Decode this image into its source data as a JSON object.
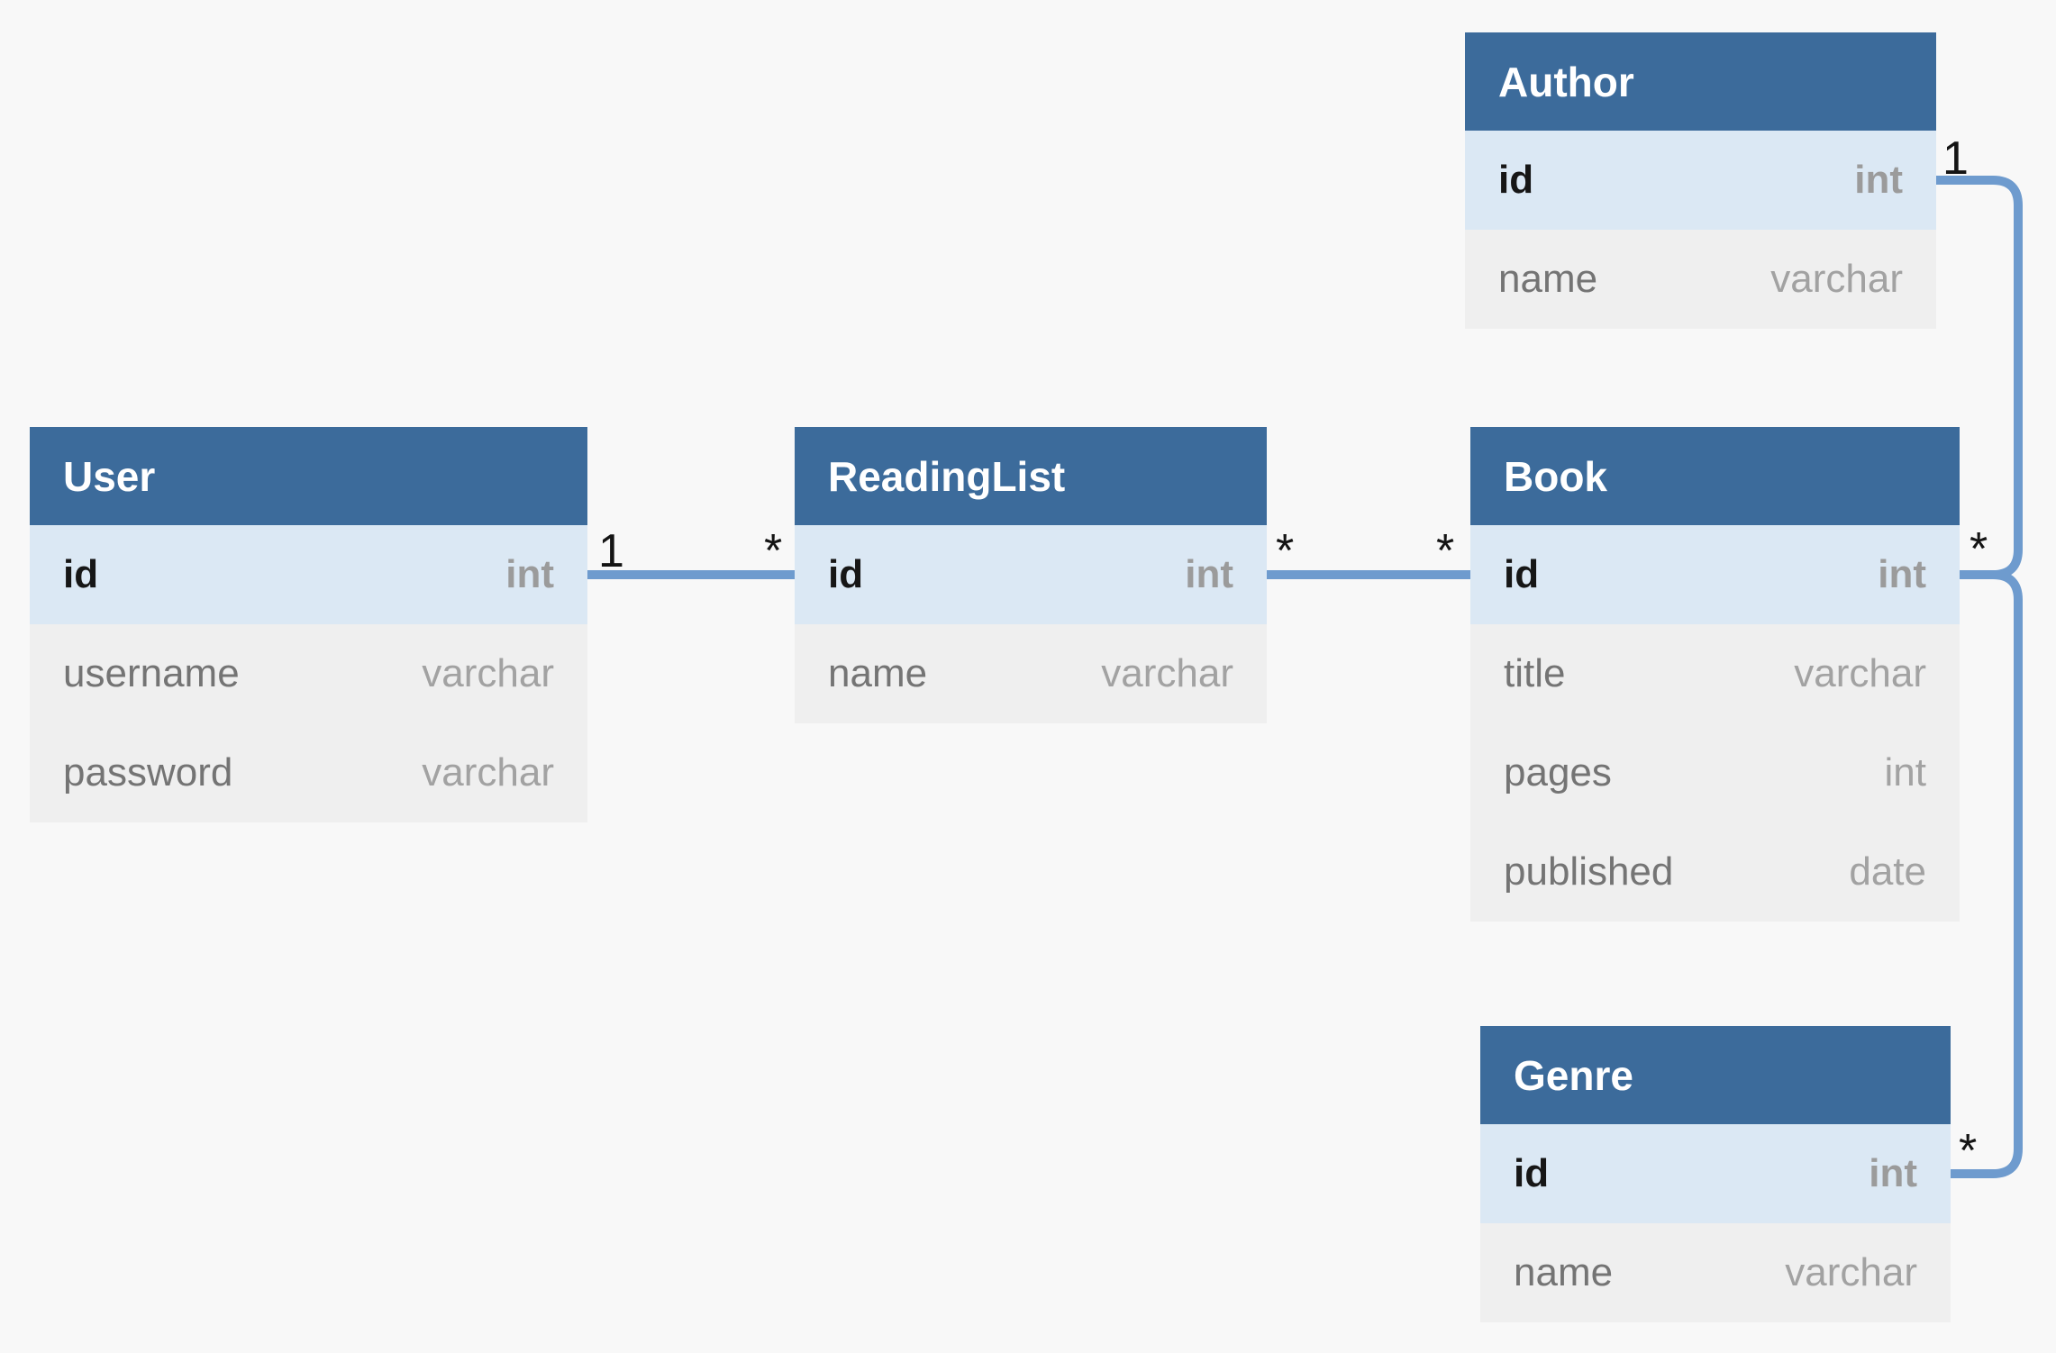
{
  "tables": [
    {
      "title": "User",
      "columns": [
        {
          "name": "id",
          "type": "int"
        },
        {
          "name": "username",
          "type": "varchar"
        },
        {
          "name": "password",
          "type": "varchar"
        }
      ]
    },
    {
      "title": "ReadingList",
      "columns": [
        {
          "name": "id",
          "type": "int"
        },
        {
          "name": "name",
          "type": "varchar"
        }
      ]
    },
    {
      "title": "Book",
      "columns": [
        {
          "name": "id",
          "type": "int"
        },
        {
          "name": "title",
          "type": "varchar"
        },
        {
          "name": "pages",
          "type": "int"
        },
        {
          "name": "published",
          "type": "date"
        }
      ]
    },
    {
      "title": "Author",
      "columns": [
        {
          "name": "id",
          "type": "int"
        },
        {
          "name": "name",
          "type": "varchar"
        }
      ]
    },
    {
      "title": "Genre",
      "columns": [
        {
          "name": "id",
          "type": "int"
        },
        {
          "name": "name",
          "type": "varchar"
        }
      ]
    }
  ],
  "relationships": [
    {
      "from": "User",
      "to": "ReadingList",
      "from_cardinality": "1",
      "to_cardinality": "*"
    },
    {
      "from": "ReadingList",
      "to": "Book",
      "from_cardinality": "*",
      "to_cardinality": "*"
    },
    {
      "from": "Author",
      "to": "Book",
      "from_cardinality": "1",
      "to_cardinality": "*"
    },
    {
      "from": "Book",
      "to": "Genre",
      "from_cardinality": "*",
      "to_cardinality": "*"
    }
  ],
  "colors": {
    "header": "#3c6b9b",
    "primary_key_row": "#dbe8f4",
    "attribute_row": "#efefef",
    "relationship_line": "#6e9bce",
    "background": "#f8f8f8"
  }
}
